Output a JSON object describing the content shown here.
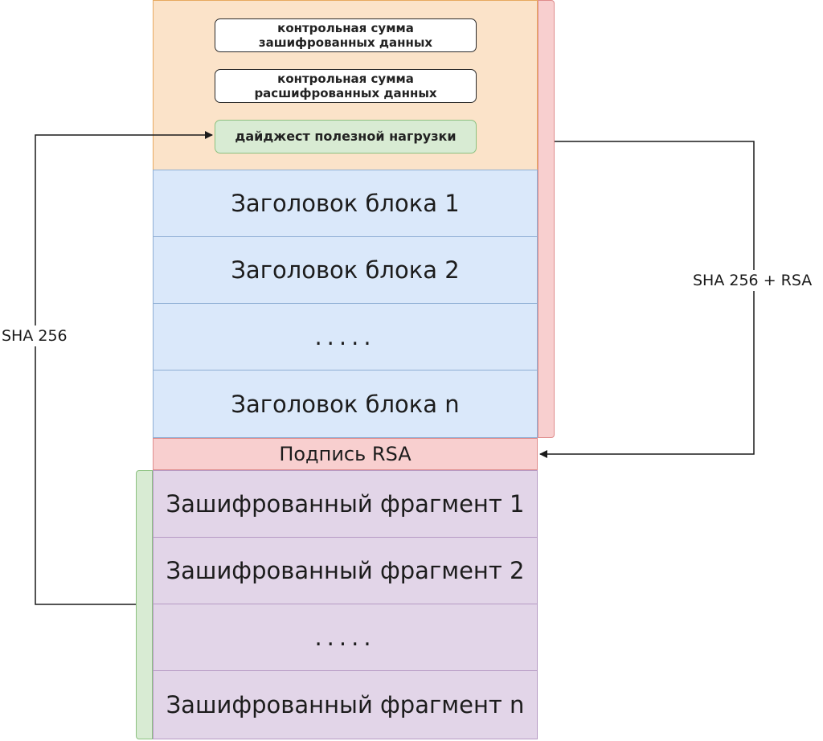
{
  "header": {
    "checksum_encrypted": [
      "контрольная сумма",
      "зашифрованных данных"
    ],
    "checksum_decrypted": [
      "контрольная сумма",
      "расшифрованных данных"
    ],
    "payload_digest": "дайджест полезной нагрузки"
  },
  "block_headers": [
    "Заголовок блока 1",
    "Заголовок блока 2",
    ".....",
    "Заголовок блока n"
  ],
  "signature": "Подпись RSA",
  "fragments": [
    "Зашифрованный фрагмент 1",
    "Зашифрованный фрагмент 2",
    ".....",
    "Зашифрованный фрагмент n"
  ],
  "labels": {
    "left_hash": "SHA 256",
    "right_hash": "SHA 256 + RSA"
  },
  "colors": {
    "header_fill": "#fbe3c9",
    "block_header_fill": "#dae8fa",
    "signature_fill": "#f8cfcf",
    "fragment_fill": "#e2d5e8",
    "digest_fill": "#d8ebd3"
  }
}
